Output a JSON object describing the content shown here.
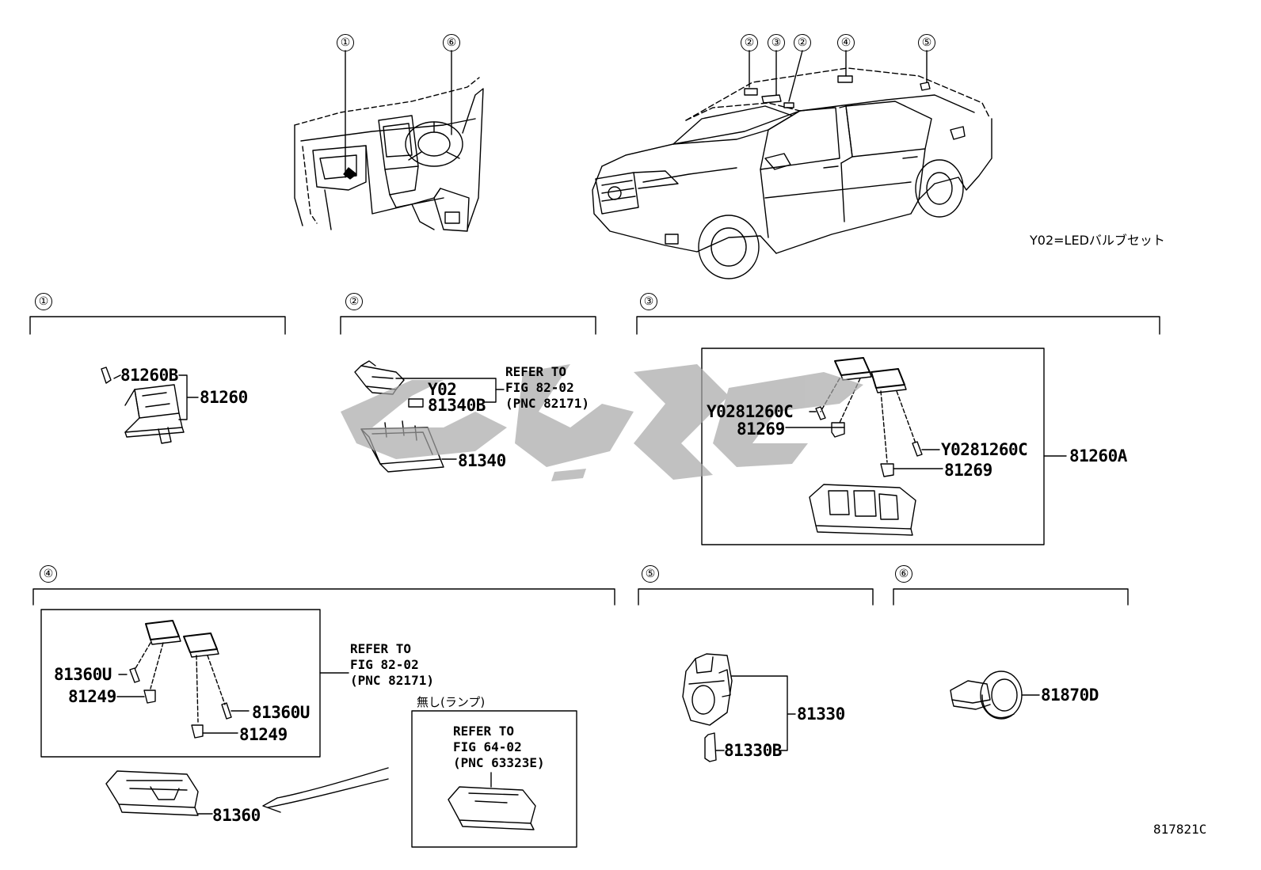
{
  "legend_note": "Y02=LEDバルブセット",
  "drawing_id": "817821C",
  "watermark": "",
  "section_markers": [
    "①",
    "②",
    "③",
    "④",
    "⑤",
    "⑥"
  ],
  "callouts_top": [
    "①",
    "⑥",
    "②",
    "③",
    "②",
    "④",
    "⑤"
  ],
  "parts": {
    "p81260B": "81260B",
    "p81260": "81260",
    "p81340": "81340",
    "p81340B": "81340B",
    "y02": "Y02",
    "p81260A": "81260A",
    "y02_81260C_a": "Y0281260C",
    "p81269_a": "81269",
    "y02_81260C_b": "Y0281260C",
    "p81269_b": "81269",
    "p81360U_a": "81360U",
    "p81249_a": "81249",
    "p81360U_b": "81360U",
    "p81249_b": "81249",
    "p81360": "81360",
    "p81330": "81330",
    "p81330B": "81330B",
    "p81870D": "81870D"
  },
  "refer_82_02_a": "REFER TO\nFIG 82-02\n(PNC 82171)",
  "refer_82_02_b": "REFER TO\nFIG 82-02\n(PNC 82171)",
  "refer_64_02": "REFER TO\nFIG 64-02\n(PNC 63323E)",
  "without_lamp": "無し(ランプ)"
}
